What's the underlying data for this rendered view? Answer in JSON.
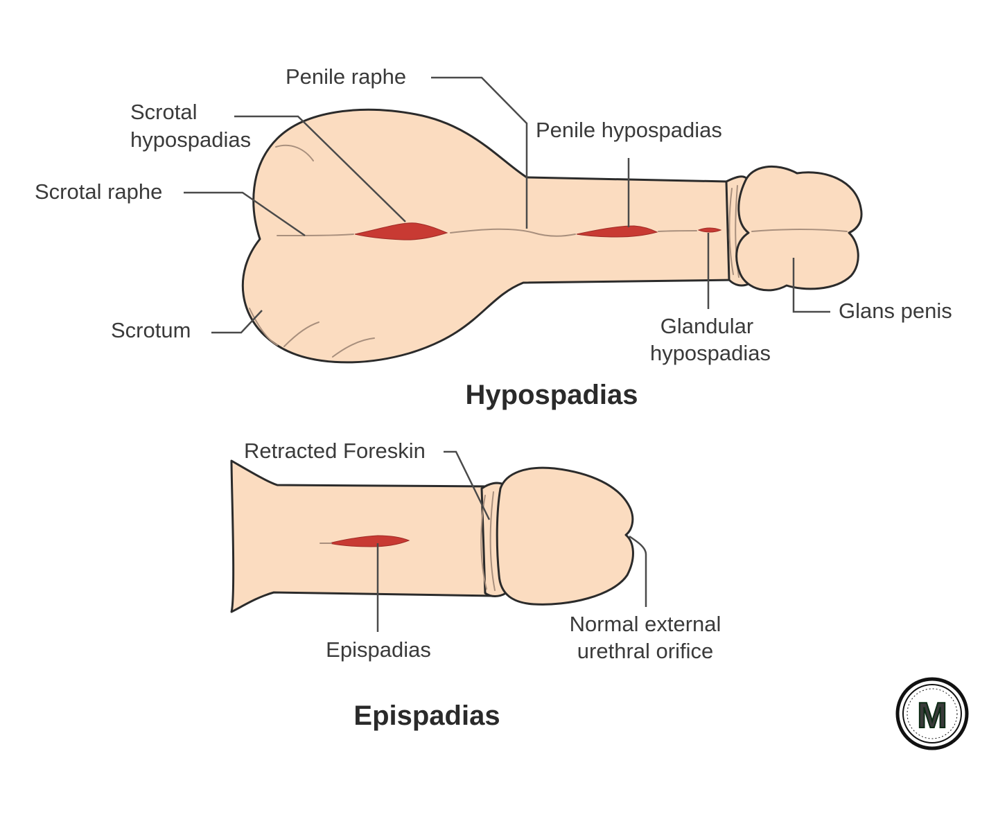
{
  "hypospadias": {
    "title": "Hypospadias",
    "labels": {
      "penile_raphe": "Penile raphe",
      "scrotal_hypospadias_line1": "Scrotal",
      "scrotal_hypospadias_line2": "hypospadias",
      "penile_hypospadias": "Penile hypospadias",
      "scrotal_raphe": "Scrotal raphe",
      "scrotum": "Scrotum",
      "glandular_hypospadias_line1": "Glandular",
      "glandular_hypospadias_line2": "hypospadias",
      "glans_penis": "Glans penis"
    }
  },
  "epispadias": {
    "title": "Epispadias",
    "labels": {
      "retracted_foreskin": "Retracted Foreskin",
      "epispadias": "Epispadias",
      "normal_orifice_line1": "Normal external",
      "normal_orifice_line2": "urethral orifice"
    }
  },
  "logo": {
    "letter": "M",
    "color": "#1a9a4a"
  },
  "colors": {
    "skin": "#fbdcc0",
    "defect": "#c83a33",
    "outline": "#2b2b2b"
  }
}
